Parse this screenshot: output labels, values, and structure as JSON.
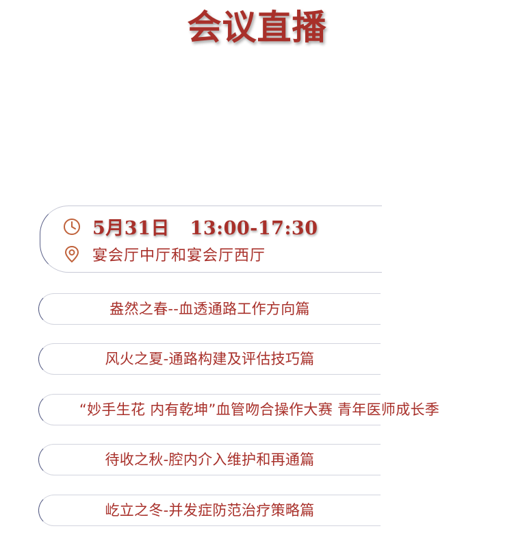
{
  "page": {
    "title": "会议直播"
  },
  "info": {
    "time": "5月31日   13:00-17:30",
    "location": "宴会厅中厅和宴会厅西厅",
    "clock_icon": "clock-icon",
    "location_icon": "location-pin-icon"
  },
  "sessions": [
    {
      "label": "盎然之春--血透通路工作方向篇"
    },
    {
      "label": "风火之夏-通路构建及评估技巧篇"
    },
    {
      "label": "“妙手生花  内有乾坤”血管吻合操作大赛  青年医师成长季"
    },
    {
      "label": "待收之秋-腔内介入维护和再通篇"
    },
    {
      "label": "屹立之冬-并发症防范治疗策略篇"
    }
  ],
  "colors": {
    "accent": "#a8302a",
    "border": "#4f5680",
    "divider": "#d2d4de"
  }
}
